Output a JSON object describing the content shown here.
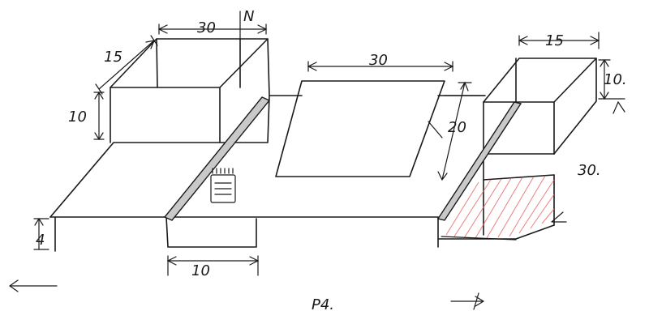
{
  "labels": {
    "box_left_width": "30",
    "box_left_depth": "15",
    "box_left_height": "10",
    "box_left_mark": "N",
    "slab_width": "30",
    "slab_depth": "20",
    "box_right_width": "15",
    "box_right_height": "10.",
    "box_right_depth": "30.",
    "base_thickness": "4",
    "bottom_width": "10",
    "page_label": "P4."
  },
  "colors": {
    "ink": "#1a1a1a",
    "groove_fill": "#c9c9c9",
    "hatch": "#e86a6a"
  }
}
